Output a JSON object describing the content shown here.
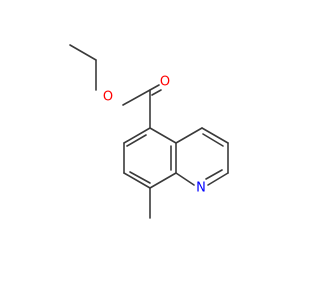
{
  "molecule": {
    "atoms": [
      {
        "symbol": "O",
        "color": "#ff0000"
      },
      {
        "symbol": "O",
        "color": "#ff0000"
      },
      {
        "symbol": "N",
        "color": "#0000ff"
      }
    ],
    "bond_color": "#3a3a3a"
  }
}
